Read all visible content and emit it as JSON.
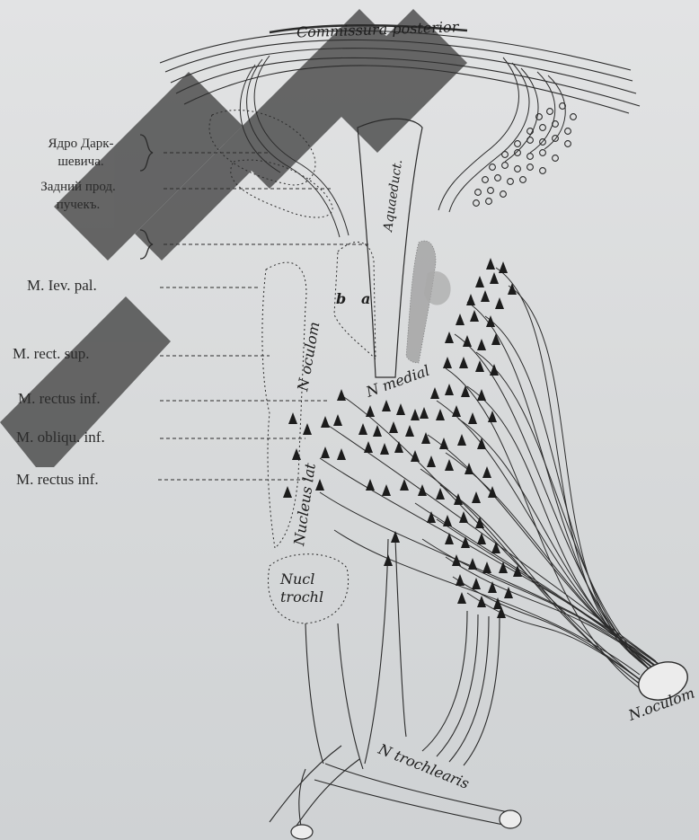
{
  "labels": {
    "dark_nucleus_1": "Ядро Дарк-",
    "dark_nucleus_2": "шевича.",
    "post_fasc_1": "Задний прод.",
    "post_fasc_2": "пучекъ.",
    "lev_pal": "M. Iev. pal.",
    "rect_sup": "M. rect. sup.",
    "rectus_inf_1": "M. rectus inf.",
    "obliqu_inf": "M. obliqu. inf.",
    "rectus_inf_2": "M. rectus inf."
  },
  "diagram_text": {
    "commissura": "Commissura posterior",
    "aquaeduct": "Aquaeduct.",
    "b": "b",
    "a": "a",
    "n_oculom": "N oculom",
    "n_medial": "N medial",
    "nucleus_lat": "Nucleus lat",
    "nucl": "Nucl",
    "trochl": "trochl",
    "n_trochlearis": "N trochlearis",
    "n_oculom_exit": "N.oculom"
  },
  "colors": {
    "ink": "#2a2a2a",
    "watermark": "#3a3a3a",
    "paper": "#dcdedf"
  }
}
